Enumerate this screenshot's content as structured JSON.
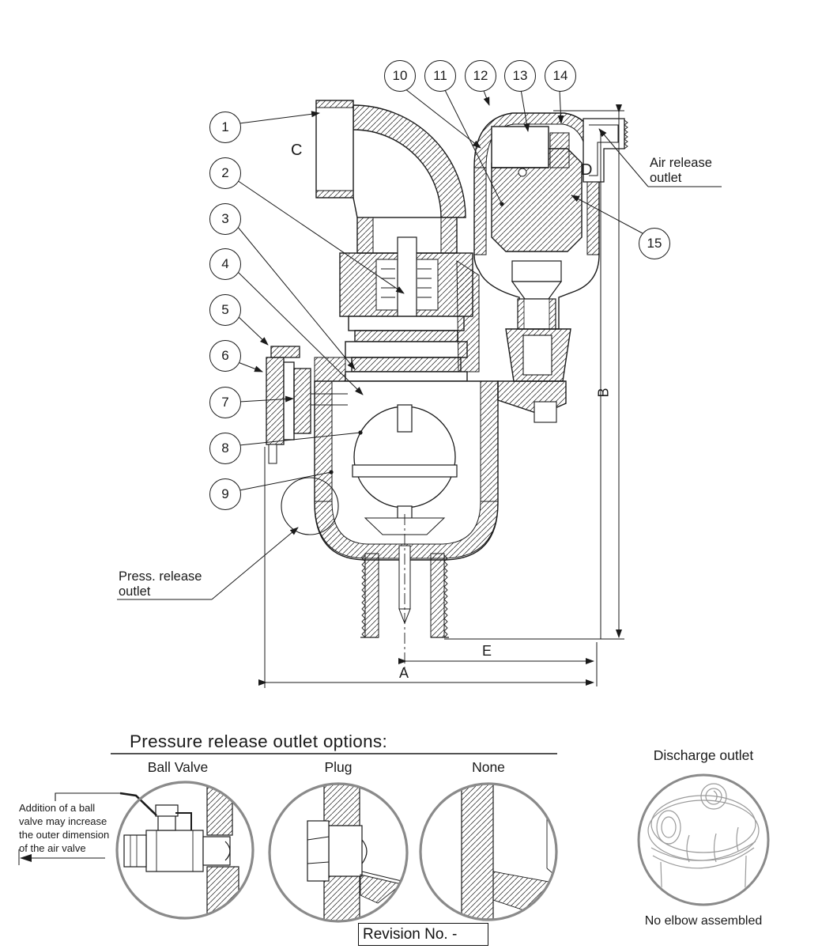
{
  "drawing": {
    "balloons": [
      {
        "n": "1"
      },
      {
        "n": "2"
      },
      {
        "n": "3"
      },
      {
        "n": "4"
      },
      {
        "n": "5"
      },
      {
        "n": "6"
      },
      {
        "n": "7"
      },
      {
        "n": "8"
      },
      {
        "n": "9"
      },
      {
        "n": "10"
      },
      {
        "n": "11"
      },
      {
        "n": "12"
      },
      {
        "n": "13"
      },
      {
        "n": "14"
      },
      {
        "n": "15"
      }
    ],
    "dims": {
      "a": "A",
      "b": "B",
      "c": "C",
      "d": "D",
      "e": "E"
    },
    "air_release": {
      "line1": "Air release",
      "line2": "outlet"
    },
    "press_release": {
      "line1": "Press. release",
      "line2": "outlet"
    }
  },
  "options": {
    "title": "Pressure release outlet options:",
    "items": [
      {
        "label": "Ball Valve"
      },
      {
        "label": "Plug"
      },
      {
        "label": "None"
      }
    ],
    "note_lines": [
      "Addition of a ball",
      "valve may increase",
      "the outer dimension",
      "of the air valve"
    ]
  },
  "discharge": {
    "title": "Discharge outlet",
    "caption": "No elbow assembled"
  },
  "revision": {
    "label": "Revision No. -"
  },
  "colors": {
    "ink": "#1a1a1a",
    "detail_ring": "#8a8a8a",
    "sketch": "#9a9a9a"
  }
}
